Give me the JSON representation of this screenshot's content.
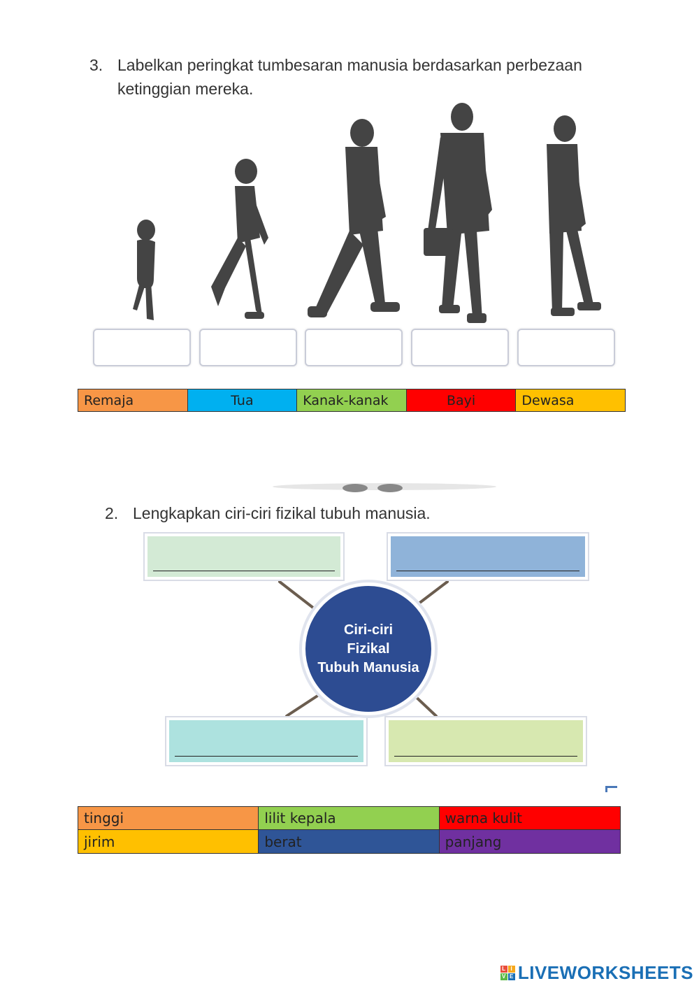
{
  "question3": {
    "number": "3.",
    "line1": "Labelkan peringkat tumbesaran manusia berdasarkan perbezaan",
    "line2": "ketinggian mereka."
  },
  "stage_options": [
    {
      "label": "Remaja",
      "color": "#f79646"
    },
    {
      "label": "Tua",
      "color": "#00b0f0"
    },
    {
      "label": "Kanak-kanak",
      "color": "#92d050"
    },
    {
      "label": "Bayi",
      "color": "#ff0000"
    },
    {
      "label": "Dewasa",
      "color": "#ffc000"
    }
  ],
  "question2": {
    "number": "2.",
    "text": "Lengkapkan ciri-ciri fizikal tubuh manusia."
  },
  "center_circle": {
    "line1": "Ciri-ciri",
    "line2": "Fizikal",
    "line3": "Tubuh Manusia",
    "color": "#2d4c92"
  },
  "box_colors": {
    "top_left": "#d3ead5",
    "top_right": "#8fb3d9",
    "bottom_left": "#ade2df",
    "bottom_right": "#d7e8b0"
  },
  "feature_options": [
    {
      "label": "tinggi",
      "color": "#f79646"
    },
    {
      "label": "lilit kepala",
      "color": "#92d050"
    },
    {
      "label": "warna kulit",
      "color": "#ff0000"
    },
    {
      "label": "jirim",
      "color": "#ffc000"
    },
    {
      "label": "berat",
      "color": "#2f5597"
    },
    {
      "label": "panjang",
      "color": "#7030a0"
    }
  ],
  "brand": {
    "name": "LIVEWORKSHEETS",
    "logo_letters": [
      "L",
      "I",
      "V",
      "E"
    ]
  }
}
